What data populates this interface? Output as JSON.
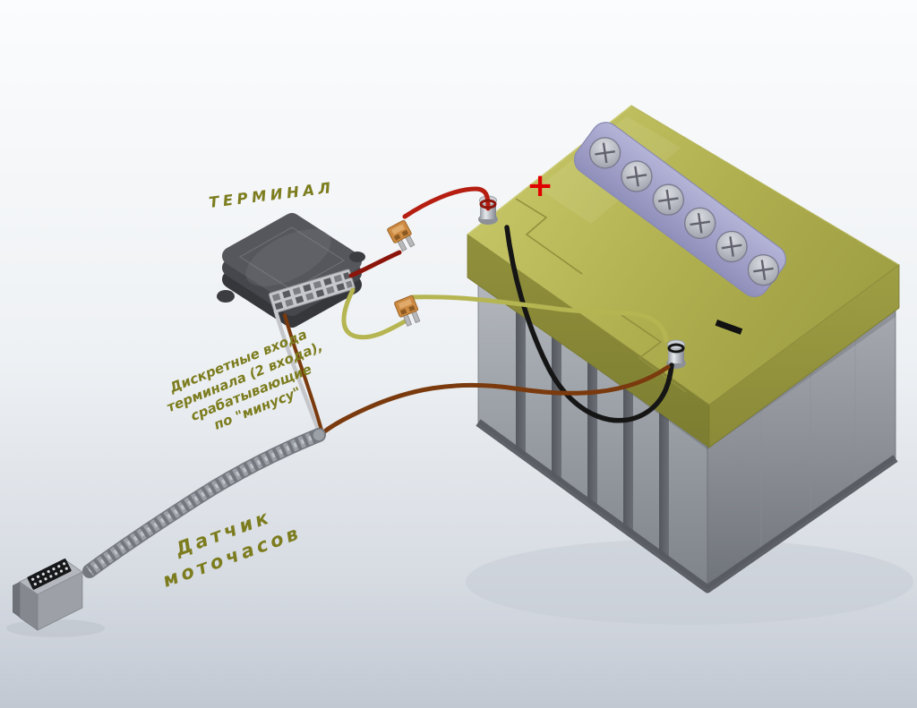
{
  "diagram": {
    "type": "wiring-diagram",
    "labels": {
      "terminal": "ТЕРМИНАЛ",
      "discrete_inputs": [
        "Дискретные входа",
        "терминала (2 входа),",
        "срабатывающие",
        "по \"минусу\""
      ],
      "sensor": [
        "Датчик",
        "моточасов"
      ],
      "plus": "+"
    },
    "colors": {
      "battery_top": "#b2b252",
      "battery_body": "#9aa0a6",
      "cell_caps": "#a3a3cd",
      "terminal_box": "#56575c",
      "wire_red": "#b51e10",
      "wire_dark_red": "#8c150b",
      "wire_yellow": "#b5b552",
      "wire_black": "#151515",
      "wire_brown": "#7a3a0e",
      "wire_gray": "#c4c6ca",
      "fuse_body": "#cd8a42",
      "tube": "#9aa0a6",
      "label_text": "#7c7c1e",
      "plus_sign": "#e10000"
    }
  }
}
